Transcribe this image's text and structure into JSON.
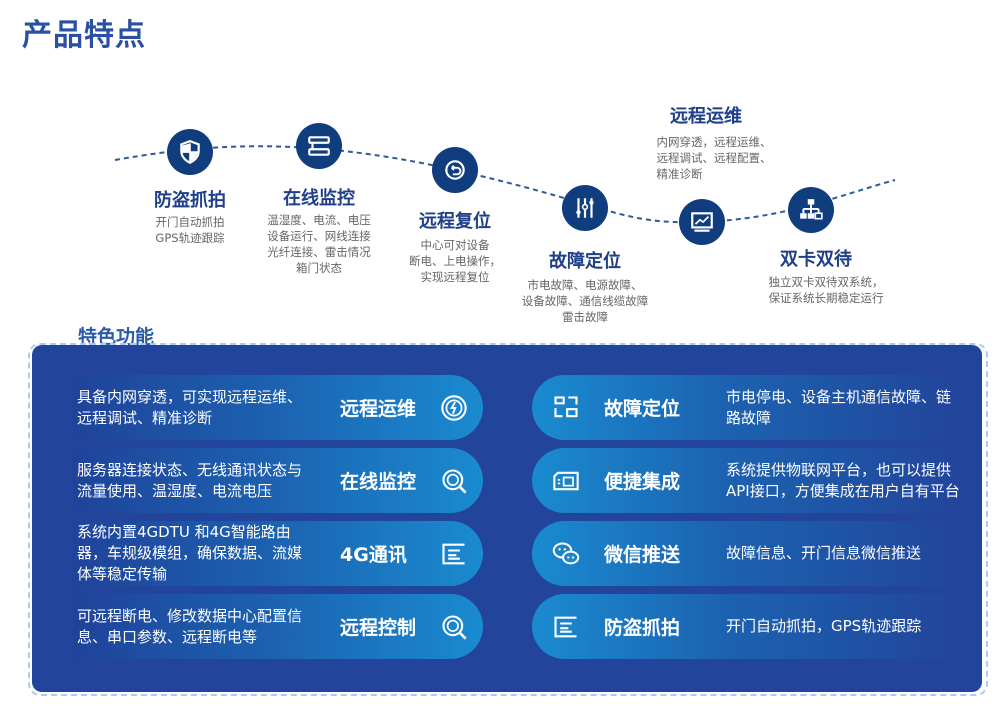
{
  "header": {
    "title": "产品特点"
  },
  "timeline": [
    {
      "icon": "shield-icon",
      "title": "防盗抓拍",
      "desc": [
        "开门自动抓拍",
        "GPS轨迹跟踪"
      ]
    },
    {
      "icon": "server-icon",
      "title": "在线监控",
      "desc": [
        "温湿度、电流、电压",
        "设备运行、网线连接",
        "光纤连接、雷击情况",
        "箱门状态"
      ]
    },
    {
      "icon": "reset-icon",
      "title": "远程复位",
      "desc": [
        "中心可对设备",
        "断电、上电操作，",
        "实现远程复位"
      ]
    },
    {
      "icon": "sliders-icon",
      "title": "故障定位",
      "desc": [
        "市电故障、电源故障、",
        "设备故障、通信线缆故障",
        "雷击故障"
      ]
    },
    {
      "icon": "monitor-chart-icon",
      "title": "远程运维",
      "desc": [
        "内网穿透，远程运维、",
        "远程调试、远程配置、",
        "精准诊断"
      ]
    },
    {
      "icon": "network-icon",
      "title": "双卡双待",
      "desc": [
        "独立双卡双待双系统，",
        "保证系统长期稳定运行"
      ]
    }
  ],
  "features": {
    "label": "特色功能",
    "left": [
      {
        "title": "远程运维",
        "desc": "具备内网穿透，可实现远程运维、远程调试、精准诊断",
        "icon": "lightning-circle-icon"
      },
      {
        "title": "在线监控",
        "desc": "服务器连接状态、无线通讯状态与流量使用、温湿度、电流电压",
        "icon": "search-icon"
      },
      {
        "title": "4G通讯",
        "desc": "系统内置4GDTU 和4G智能路由器，车规级模组，确保数据、流媒体等稳定传输",
        "icon": "list-icon"
      },
      {
        "title": "远程控制",
        "desc": "可远程断电、修改数据中心配置信息、串口参数、远程断电等",
        "icon": "search-icon"
      }
    ],
    "right": [
      {
        "title": "故障定位",
        "desc": "市电停电、设备主机通信故障、链路故障",
        "icon": "nodes-icon"
      },
      {
        "title": "便捷集成",
        "desc": "系统提供物联网平台，也可以提供API接口，方便集成在用户自有平台",
        "icon": "card-icon"
      },
      {
        "title": "微信推送",
        "desc": "故障信息、开门信息微信推送",
        "icon": "wechat-icon"
      },
      {
        "title": "防盗抓拍",
        "desc": "开门自动抓拍，GPS轨迹跟踪",
        "icon": "list-icon"
      }
    ]
  }
}
